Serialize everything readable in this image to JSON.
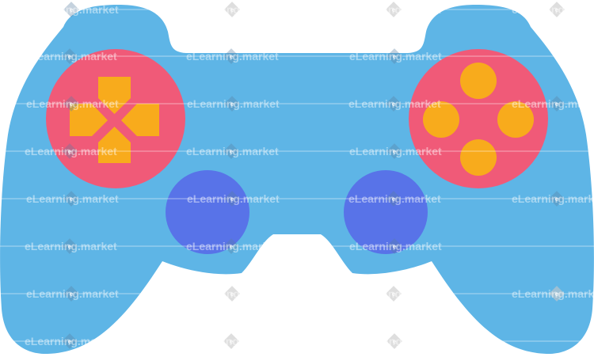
{
  "image": {
    "subject": "gamepad controller illustration",
    "colors": {
      "body": "#5eb5e6",
      "pad_circle": "#f05a78",
      "dpad": "#f8ab1c",
      "face_buttons": "#f8ab1c",
      "thumbsticks": "#5873e8",
      "background": "#ffffff"
    },
    "icons": [
      "gamepad-body",
      "dpad-icon",
      "face-buttons",
      "thumbstick-left",
      "thumbstick-right"
    ]
  },
  "watermark": {
    "text": "eLearning.market",
    "mark": "e"
  }
}
